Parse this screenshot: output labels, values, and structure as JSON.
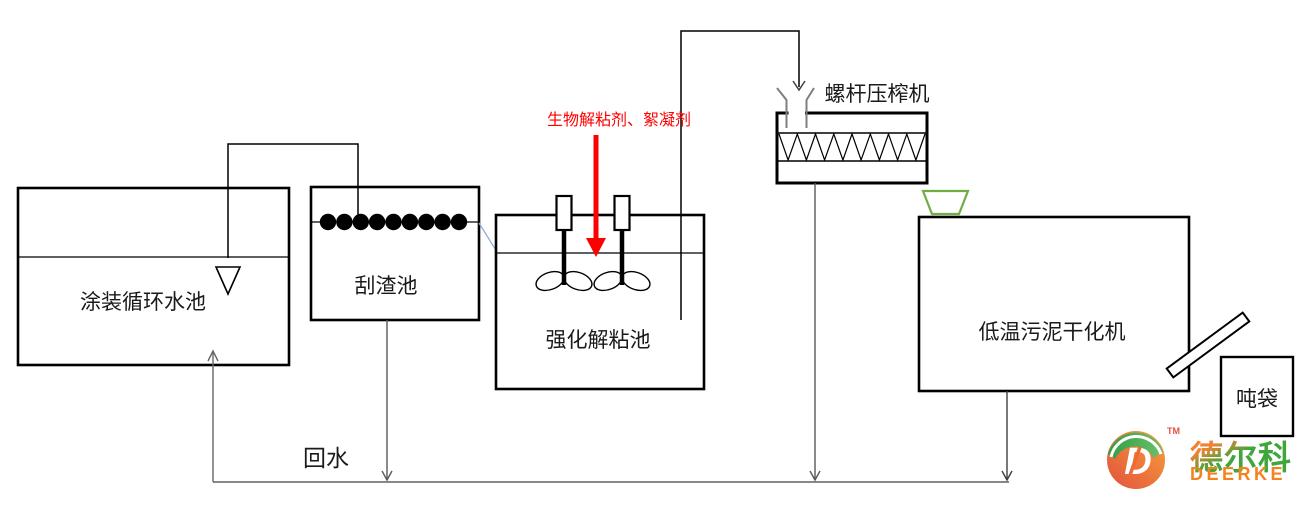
{
  "diagram": {
    "nodes": {
      "pool1": {
        "label": "涂装循环水池"
      },
      "pool2": {
        "label": "刮渣池"
      },
      "pool3": {
        "label": "强化解粘池"
      },
      "press": {
        "label": "螺杆压榨机"
      },
      "dryer": {
        "label": "低温污泥干化机"
      },
      "bag": {
        "label": "吨袋"
      }
    },
    "annotations": {
      "dosing": {
        "label": "生物解粘剂、絮凝剂",
        "color": "#ff0000"
      },
      "return_water": {
        "label": "回水"
      }
    },
    "colors": {
      "box_stroke": "#000000",
      "flow_line_gray": "#595959",
      "dosing_arrow_red": "#ff0000",
      "hopper_green": "#70ad47",
      "connector_blue": "#8faadc"
    }
  },
  "logo": {
    "brand_cn": "德尔科",
    "brand_en": "DEERKE",
    "tm": "TM",
    "green": "#3fa63c",
    "orange": "#f5821f"
  }
}
